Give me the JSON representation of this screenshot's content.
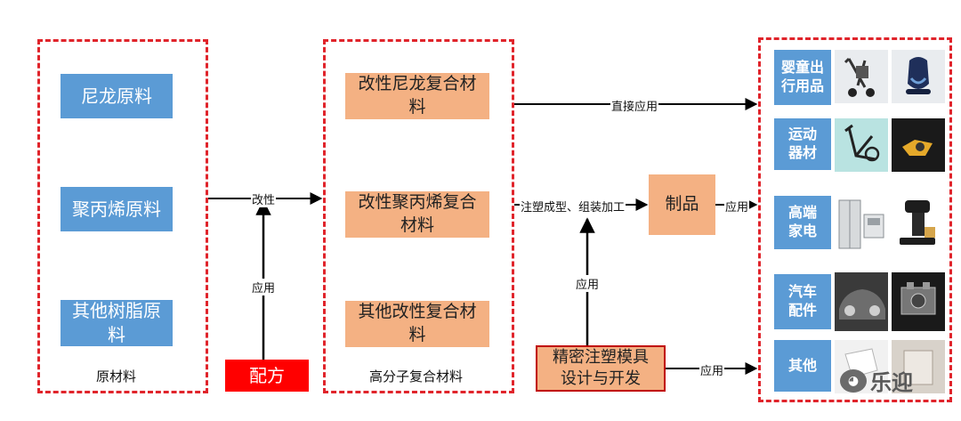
{
  "raw": {
    "frame_label": "原材料",
    "items": [
      "尼龙原料",
      "聚丙烯原料",
      "其他树脂原料"
    ]
  },
  "formula": {
    "label": "配方"
  },
  "composite": {
    "frame_label": "高分子复合材料",
    "items": [
      "改性尼龙复合材料",
      "改性聚丙烯复合材料",
      "其他改性复合材料"
    ]
  },
  "product": {
    "label": "制品"
  },
  "mold": {
    "label": "精密注塑模具设计与开发"
  },
  "categories": [
    "婴童出行用品",
    "运动器材",
    "高端家电",
    "汽车配件",
    "其他"
  ],
  "edges": {
    "modify": "改性",
    "apply_formula": "应用",
    "direct_apply": "直接应用",
    "injection": "注塑成型、组装加工",
    "apply_product": "应用",
    "apply_mold_up": "应用",
    "apply_mold_right": "应用"
  },
  "icons": {
    "stroller": "stroller-icon",
    "car_seat": "car-seat-icon",
    "elliptical": "elliptical-trainer-icon",
    "fitness_part": "fitness-part-icon",
    "fridge": "refrigerator-icon",
    "coffee": "coffee-machine-icon",
    "car_front": "car-front-icon",
    "engine": "engine-icon",
    "misc_part": "plastic-part-icon",
    "misc_part2": "plastic-shell-icon"
  },
  "watermark": {
    "text": "乐迎"
  },
  "colors": {
    "frame": "#e0242b",
    "blue": "#5b9bd5",
    "orange": "#f4b183",
    "formula_red": "#ff0000"
  }
}
